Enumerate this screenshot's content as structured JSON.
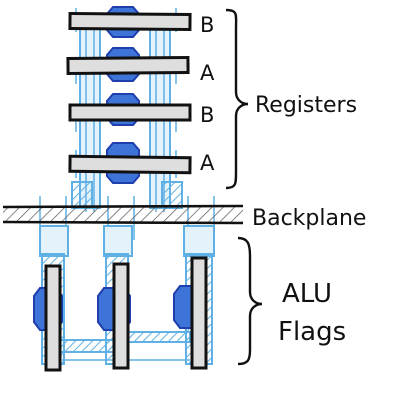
{
  "diagram": {
    "register_letters": [
      "B",
      "A",
      "B",
      "A"
    ],
    "labels": {
      "registers": "Registers",
      "backplane": "Backplane",
      "alu": "ALU",
      "flags": "Flags"
    },
    "colors": {
      "light_blue": "#5fb0e4",
      "light_blue_fill": "#bfe1f4",
      "dark_blue": "#1f3fae",
      "mid_blue": "#3e74d8",
      "bar_fill": "#dedede",
      "ink": "#111111"
    }
  }
}
